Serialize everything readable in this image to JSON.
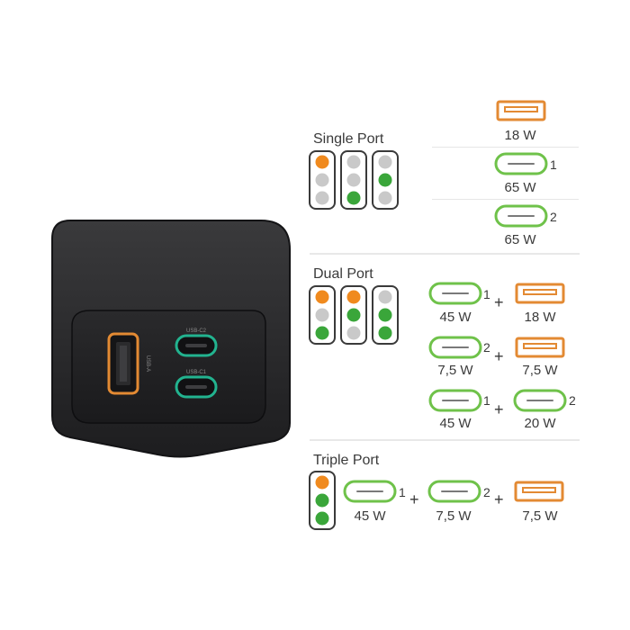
{
  "colors": {
    "orange": "#f08a1e",
    "green": "#3aa63a",
    "grey": "#c9c9c9",
    "outline": "#3a3a3a",
    "usbc_green": "#6fc24a",
    "usba_orange": "#e38a33",
    "charger_body": "#2d2d2f",
    "charger_face": "#1f1f21",
    "port_teal": "#22b38f"
  },
  "charger": {
    "usb_c2_label": "USB-C2",
    "usb_c1_label": "USB-C1",
    "usb_a_label": "USB-A"
  },
  "single": {
    "title": "Single Port",
    "lights": [
      [
        "orange",
        "grey",
        "grey"
      ],
      [
        "grey",
        "grey",
        "green"
      ],
      [
        "grey",
        "green",
        "grey"
      ]
    ],
    "rows": [
      {
        "port": "usb-a",
        "watt": "18 W",
        "num": ""
      },
      {
        "port": "usb-c",
        "watt": "65 W",
        "num": "1"
      },
      {
        "port": "usb-c",
        "watt": "65 W",
        "num": "2"
      }
    ]
  },
  "dual": {
    "title": "Dual Port",
    "lights": [
      [
        "orange",
        "grey",
        "green"
      ],
      [
        "orange",
        "green",
        "grey"
      ],
      [
        "grey",
        "green",
        "green"
      ]
    ],
    "rows": [
      {
        "a_port": "usb-c",
        "a_num": "1",
        "a_watt": "45 W",
        "b_port": "usb-a",
        "b_num": "",
        "b_watt": "18 W"
      },
      {
        "a_port": "usb-c",
        "a_num": "2",
        "a_watt": "7,5 W",
        "b_port": "usb-a",
        "b_num": "",
        "b_watt": "7,5 W"
      },
      {
        "a_port": "usb-c",
        "a_num": "1",
        "a_watt": "45 W",
        "b_port": "usb-c",
        "b_num": "2",
        "b_watt": "20 W"
      }
    ]
  },
  "triple": {
    "title": "Triple Port",
    "lights": [
      [
        "orange",
        "green",
        "green"
      ]
    ],
    "items": [
      {
        "port": "usb-c",
        "num": "1",
        "watt": "45 W"
      },
      {
        "port": "usb-c",
        "num": "2",
        "watt": "7,5 W"
      },
      {
        "port": "usb-a",
        "num": "",
        "watt": "7,5 W"
      }
    ]
  }
}
